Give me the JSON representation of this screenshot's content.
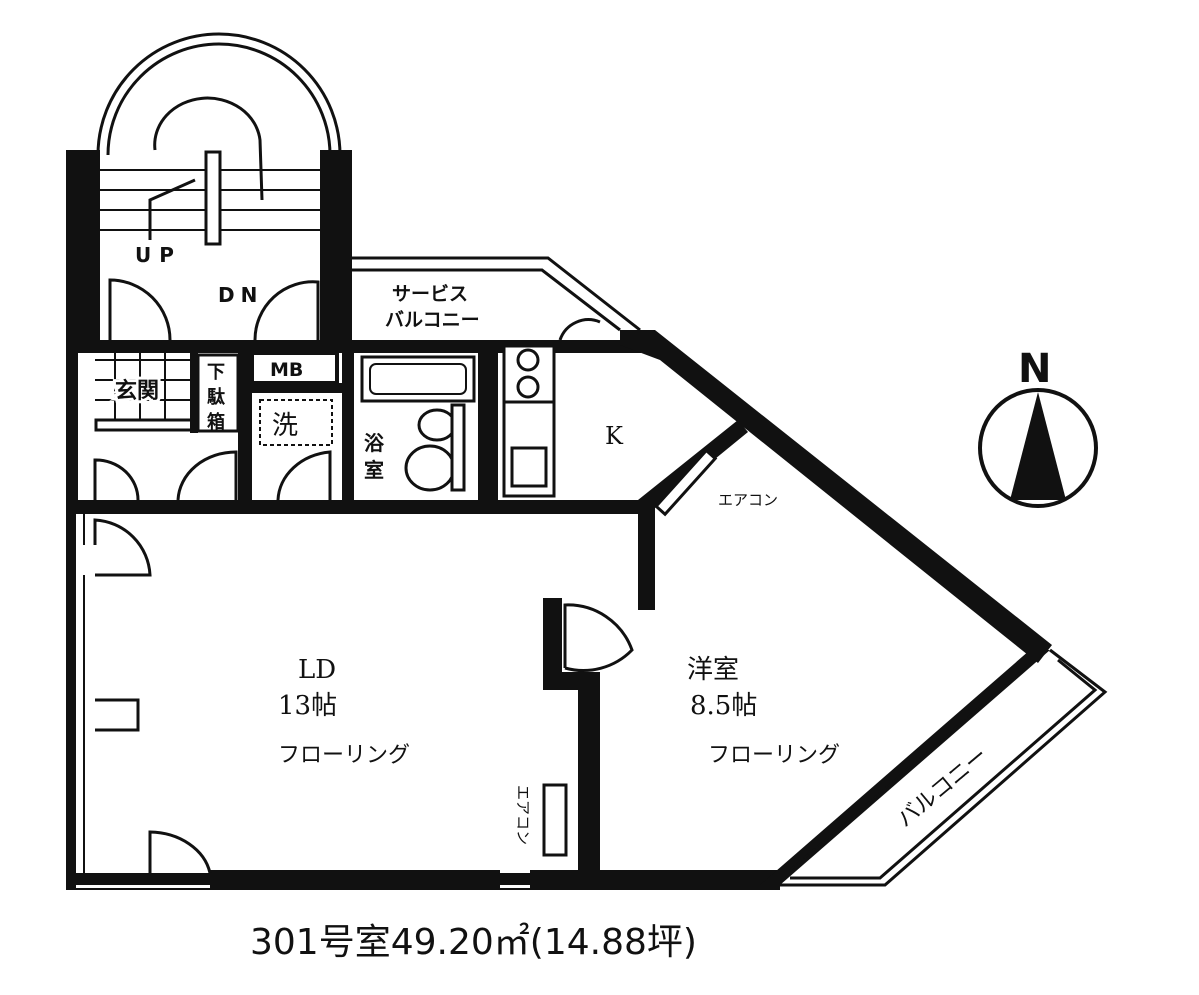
{
  "stair": {
    "up": "UP",
    "down": "DN"
  },
  "rooms": {
    "service_balcony": [
      "サービス",
      "バルコニー"
    ],
    "genkan": "玄関",
    "getabako": [
      "下",
      "駄",
      "箱"
    ],
    "mb": "MB",
    "washer": "洗",
    "bath": [
      "浴",
      "室"
    ],
    "kitchen": "K",
    "ld": {
      "name": "LD",
      "size": "13帖",
      "floor": "フローリング"
    },
    "western": {
      "name": "洋室",
      "size": "8.5帖",
      "floor": "フローリング"
    },
    "balcony": "バルコニー"
  },
  "aircon": [
    "エアコン",
    "エアコン"
  ],
  "compass": "N",
  "footer": "301号室49.20㎡(14.88坪)"
}
